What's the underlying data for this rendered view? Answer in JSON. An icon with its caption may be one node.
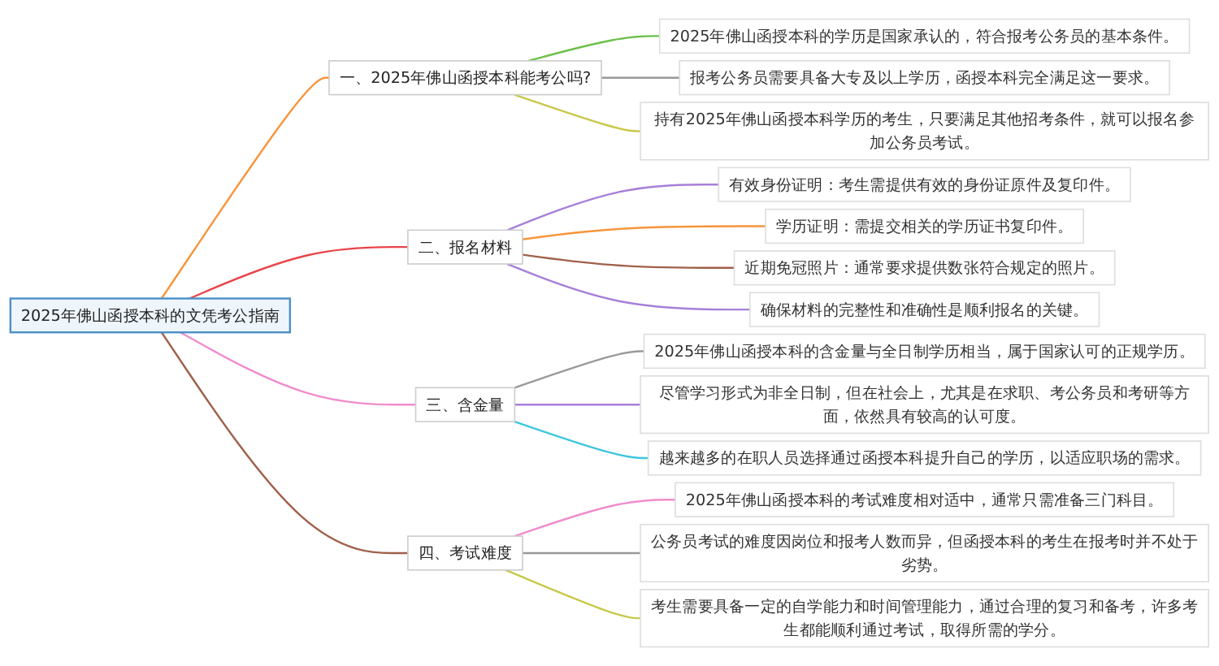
{
  "diagram": {
    "nodes": [
      {
        "text": [
          "2025年佛山函授本科的文凭考公指南"
        ]
      },
      {
        "text": [
          "一、2025年佛山函授本科能考公吗?"
        ]
      },
      {
        "text": [
          "2025年佛山函授本科的学历是国家承认的，符合报考公务员的基本条件。"
        ]
      },
      {
        "text": [
          "报考公务员需要具备大专及以上学历，函授本科完全满足这一要求。"
        ]
      },
      {
        "text": [
          "持有2025年佛山函授本科学历的考生，只要满足其他招考条件，就可以报名参加公务员考试。"
        ]
      },
      {
        "text": [
          "二、报名材料"
        ]
      },
      {
        "text": [
          "有效身份证明：考生需提供有效的身份证原件及复印件。"
        ]
      },
      {
        "text": [
          "学历证明：需提交相关的学历证书复印件。"
        ]
      },
      {
        "text": [
          "近期免冠照片：通常要求提供数张符合规定的照片。"
        ]
      },
      {
        "text": [
          "确保材料的完整性和准确性是顺利报名的关键。"
        ]
      },
      {
        "text": [
          "三、含金量"
        ]
      },
      {
        "text": [
          "2025年佛山函授本科的含金量与全日制学历相当，属于国家认可的正规学历。"
        ]
      },
      {
        "text": [
          "尽管学习形式为非全日制，但在社会上，尤其是在求职、考公务员和考研等方面，依然具有较高的认可度。"
        ]
      },
      {
        "text": [
          "越来越多的在职人员选择通过函授本科提升自己的学历，以适应职场的需求。"
        ]
      },
      {
        "text": [
          "四、考试难度"
        ]
      },
      {
        "text": [
          "2025年佛山函授本科的考试难度相对适中，通常只需准备三门科目。"
        ]
      },
      {
        "text": [
          "公务员考试的难度因岗位和报考人数而异，但函授本科的考生在报考时并不处于劣势。"
        ]
      },
      {
        "text": [
          "考生需要具备一定的自学能力和时间管理能力，通过合理的复习和备考，许多考生都能顺利通过考试，取得所需的学分。"
        ]
      }
    ],
    "edges": [
      {
        "from": 0,
        "to": 1,
        "arrow": "none",
        "color": "#f7953b"
      },
      {
        "from": 1,
        "to": 2,
        "arrow": "none",
        "color": "#6cc04a"
      },
      {
        "from": 1,
        "to": 3,
        "arrow": "none",
        "color": "#999999"
      },
      {
        "from": 1,
        "to": 4,
        "arrow": "none",
        "color": "#c8c84a"
      },
      {
        "from": 0,
        "to": 5,
        "arrow": "none",
        "color": "#e8454a"
      },
      {
        "from": 5,
        "to": 6,
        "arrow": "none",
        "color": "#a77fd8"
      },
      {
        "from": 5,
        "to": 7,
        "arrow": "none",
        "color": "#f7953b"
      },
      {
        "from": 5,
        "to": 8,
        "arrow": "none",
        "color": "#a0604a"
      },
      {
        "from": 5,
        "to": 9,
        "arrow": "none",
        "color": "#a77fd8"
      },
      {
        "from": 0,
        "to": 10,
        "arrow": "none",
        "color": "#f08ccc"
      },
      {
        "from": 10,
        "to": 11,
        "arrow": "none",
        "color": "#999999"
      },
      {
        "from": 10,
        "to": 12,
        "arrow": "none",
        "color": "#a77fd8"
      },
      {
        "from": 10,
        "to": 13,
        "arrow": "none",
        "color": "#3fc6dc"
      },
      {
        "from": 0,
        "to": 14,
        "arrow": "none",
        "color": "#a0604a"
      },
      {
        "from": 14,
        "to": 15,
        "arrow": "none",
        "color": "#f08ccc"
      },
      {
        "from": 14,
        "to": 16,
        "arrow": "none",
        "color": "#999999"
      },
      {
        "from": 14,
        "to": 17,
        "arrow": "none",
        "color": "#c8c84a"
      }
    ]
  }
}
